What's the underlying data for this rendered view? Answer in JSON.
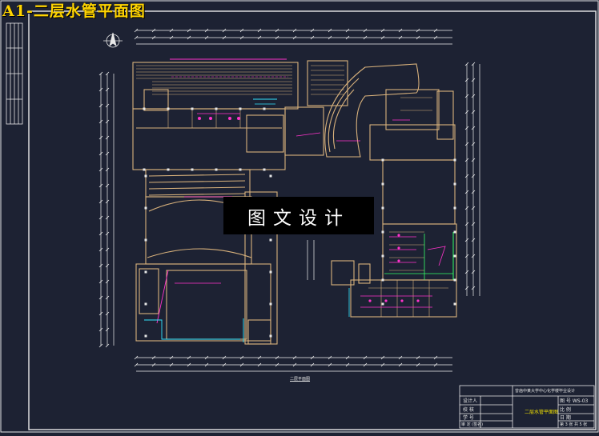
{
  "title": "A1-二层水管平面图",
  "watermark": "图文设计",
  "title_block": {
    "project": "曾庙中某大学中心化学楼毕业设计",
    "designer_label": "设计人",
    "checker_label": "校 核",
    "approver_label": "审 定 (签名)",
    "drawing_title": "二层水管平面图",
    "drawing_no": "图 号 WS-03",
    "scale": "比 例",
    "date": "日 期",
    "sheet": "第 3 张 共 5 张",
    "remark": "学 号"
  },
  "drawing_caption": "二层平面图",
  "colors": {
    "background": "#1d2233",
    "frame": "#e8e8e8",
    "wall": "#d9b27c",
    "dim_line": "#f0f0f0",
    "pipe_magenta": "#ff33cc",
    "pipe_cyan": "#33e6ff",
    "pipe_green": "#33ff66",
    "title_yellow": "#ffd400"
  },
  "icons": [
    "north-arrow-icon"
  ]
}
